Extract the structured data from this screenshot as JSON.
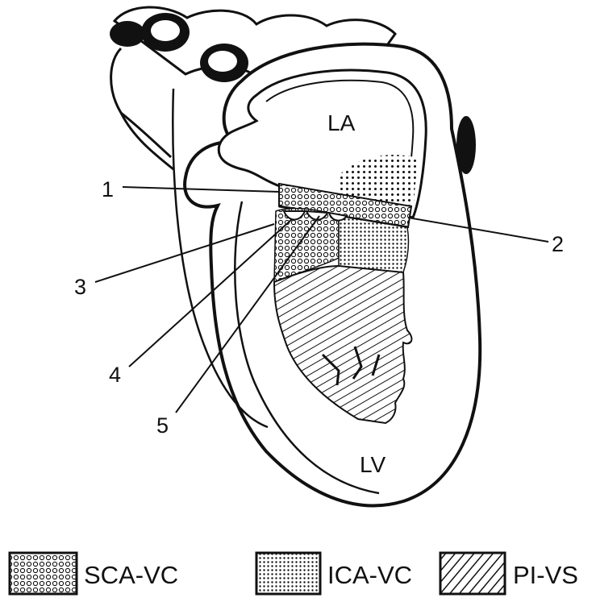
{
  "chambers": {
    "la": "LA",
    "lv": "LV"
  },
  "callouts": [
    "1",
    "2",
    "3",
    "4",
    "5"
  ],
  "legend": [
    {
      "pattern": "circles",
      "label": "SCA-VC"
    },
    {
      "pattern": "dots",
      "label": "ICA-VC"
    },
    {
      "pattern": "hatch",
      "label": "PI-VS"
    }
  ]
}
